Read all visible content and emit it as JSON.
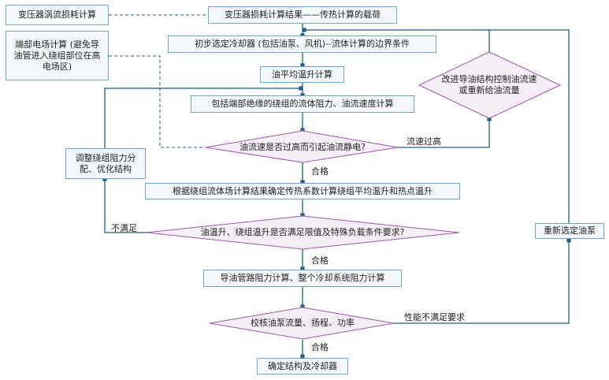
{
  "colors": {
    "box_border": "#6fa6d2",
    "box_fill": "#f4f8fc",
    "diamond_border": "#9b59a6",
    "diamond_fill": "#f6eef6",
    "connector": "#1f5f85"
  },
  "nodes": {
    "eddy_loss": "变压器涡流损耗计算",
    "end_field": "端部电场计算 (避免导油管进入绕组部位在高电场区)",
    "loss_result": "变压器损耗计算结果——传热计算的载荷",
    "initial_cooler": "初步选定冷却器 (包括油泵、风机)--流体计算的边界条件",
    "oil_avg_temp": "油平均温升计算",
    "winding_flow": "包括端部绝缘的绕组的流体阻力、油流速度计算",
    "flow_decision": "油流速是否过高而引起油流静电?",
    "improve_decision": "改进导油结构控制油流速或重新给油流量",
    "adjust_winding": "调整绕组阻力分配、优化结构",
    "heat_transfer": "根据绕组流体场计算结果确定传热系数计算绕组平均温升和热点温升",
    "temp_decision": "油温升、绕组温升是否满足限值及特殊负载条件要求?",
    "pipe_resistance": "导油管路阻力计算、整个冷却系统阻力计算",
    "pump_decision": "校核油泵流量、扬程、功率",
    "reselect_pump": "重新选定油泵",
    "final": "确定结构及冷却器"
  },
  "edge_labels": {
    "flow_too_high": "流速过高",
    "pass_1": "合格",
    "not_satisfied": "不满足",
    "pass_2": "合格",
    "performance_fail": "性能不满足要求",
    "pass_3": "合格"
  }
}
